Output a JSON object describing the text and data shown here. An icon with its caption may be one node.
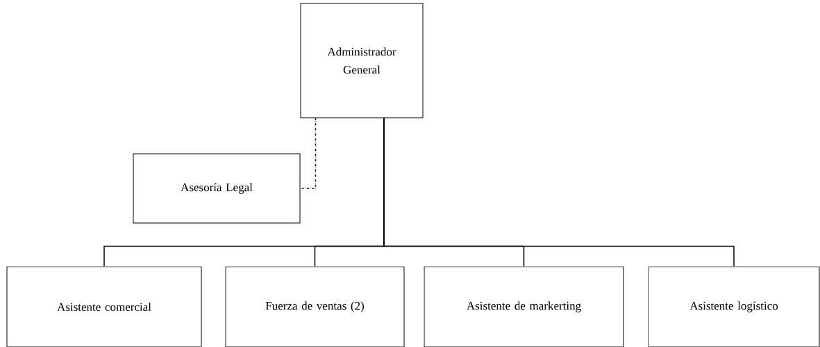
{
  "diagram": {
    "nodes": [
      {
        "text": [
          "Administrador General"
        ]
      },
      {
        "text": [
          "Asesoría Legal"
        ]
      },
      {
        "text": [
          "Asistente comercial"
        ]
      },
      {
        "text": [
          "Fuerza de ventas (2)"
        ]
      },
      {
        "text": [
          "Asistente de markerting"
        ]
      },
      {
        "text": [
          "Asistente logístico"
        ]
      }
    ],
    "edges": [
      {
        "from": 0,
        "to": 1,
        "arrow": "none",
        "style": "dashed"
      },
      {
        "from": 0,
        "to": 2,
        "arrow": "none"
      },
      {
        "from": 0,
        "to": 3,
        "arrow": "none"
      },
      {
        "from": 0,
        "to": 4,
        "arrow": "none"
      },
      {
        "from": 0,
        "to": 5,
        "arrow": "none"
      }
    ]
  }
}
